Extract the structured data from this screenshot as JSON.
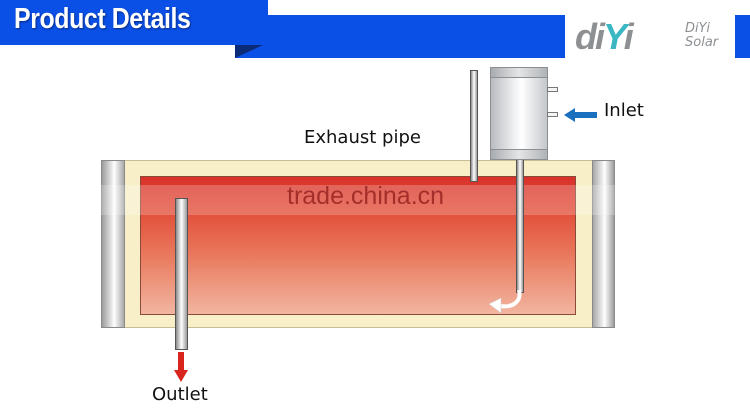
{
  "header": {
    "title": "Product Details",
    "brand_mark_prefix": "di",
    "brand_mark_accent": "Y",
    "brand_mark_suffix": "i",
    "brand_name_line1": "DiYi",
    "brand_name_line2": "Solar"
  },
  "diagram": {
    "labels": {
      "exhaust": "Exhaust pipe",
      "inlet": "Inlet",
      "outlet": "Outlet"
    },
    "watermark": "trade.china.cn",
    "colors": {
      "header_blue": "#0a50e6",
      "hot_water": "#e14a36",
      "insulation": "#f8efc9",
      "inlet_arrow": "#1a6fbf",
      "outlet_arrow": "#d8251e",
      "logo_gray": "#8d9093",
      "logo_teal": "#3ab7c2"
    }
  }
}
